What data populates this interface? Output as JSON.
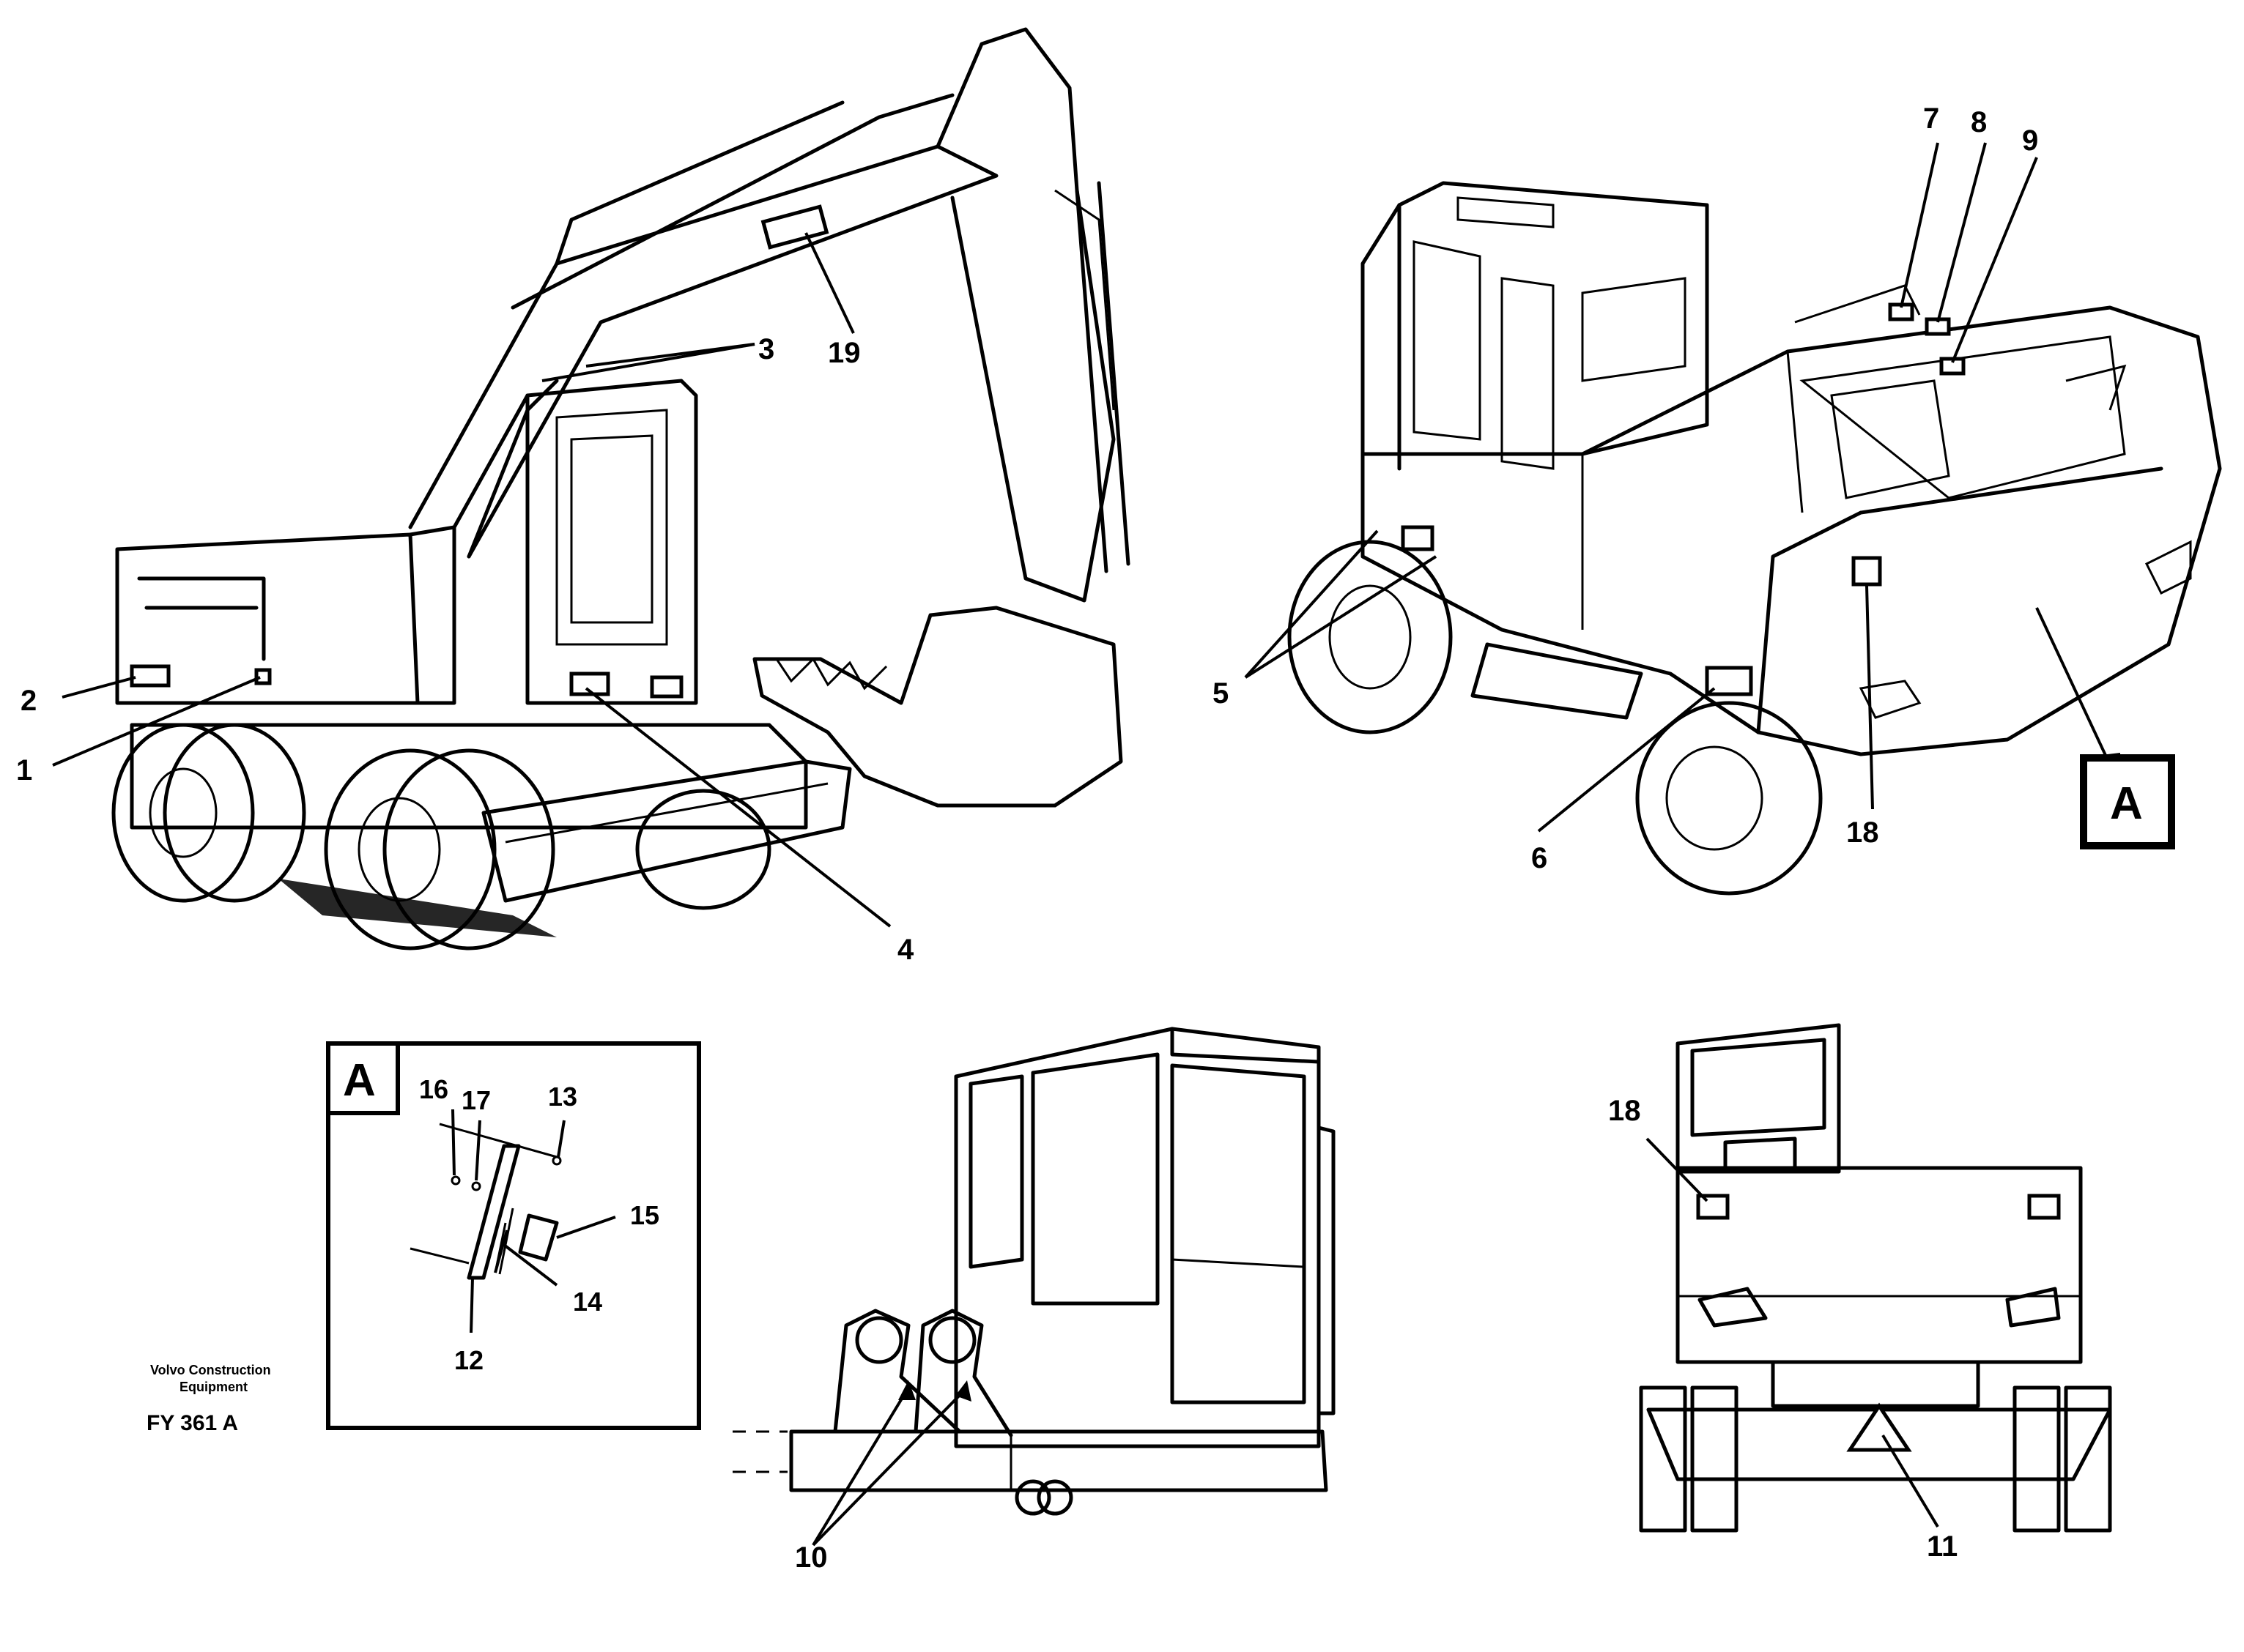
{
  "callouts": {
    "c1": "1",
    "c2": "2",
    "c3": "3",
    "c4": "4",
    "c5": "5",
    "c6": "6",
    "c7": "7",
    "c8": "8",
    "c9": "9",
    "c10": "10",
    "c11": "11",
    "c12": "12",
    "c13": "13",
    "c14": "14",
    "c15": "15",
    "c16": "16",
    "c17": "17",
    "c18a": "18",
    "c18b": "18",
    "c19": "19"
  },
  "detail_refs": {
    "view_marker": "A",
    "detail_box_label": "A"
  },
  "credit": {
    "line1": "Volvo Construction",
    "line2": "Equipment"
  },
  "figure_code": "FY 361 A"
}
